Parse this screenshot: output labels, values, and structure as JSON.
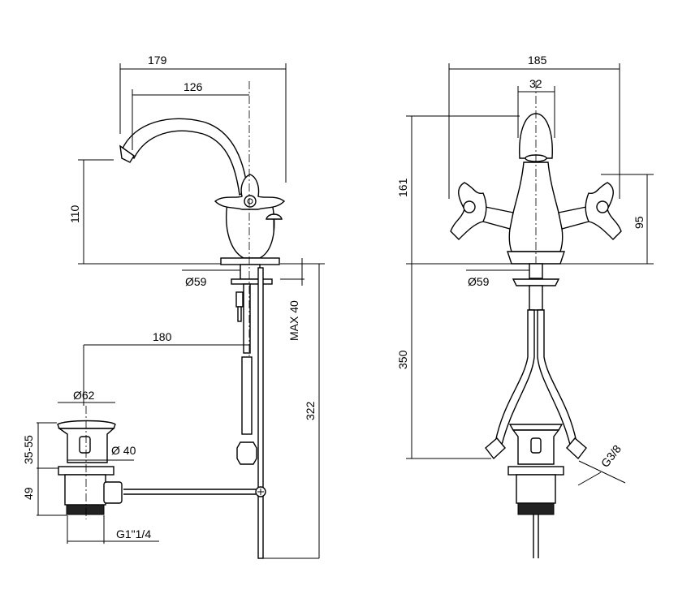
{
  "side_view": {
    "width_overall": "179",
    "spout_reach": "126",
    "spout_height": "110",
    "base_diameter": "Ø59",
    "max_deck": "MAX 40",
    "rod_distance": "180",
    "total_depth": "322",
    "waste_flange": "Ø62",
    "waste_range": "35-55",
    "waste_body": "Ø 40",
    "waste_height": "49",
    "waste_thread": "G1\"1/4"
  },
  "front_view": {
    "width_overall": "185",
    "spout_width": "32",
    "total_height": "161",
    "handle_height": "95",
    "base_diameter": "Ø59",
    "hose_length": "350",
    "hose_thread": "G3/8"
  }
}
